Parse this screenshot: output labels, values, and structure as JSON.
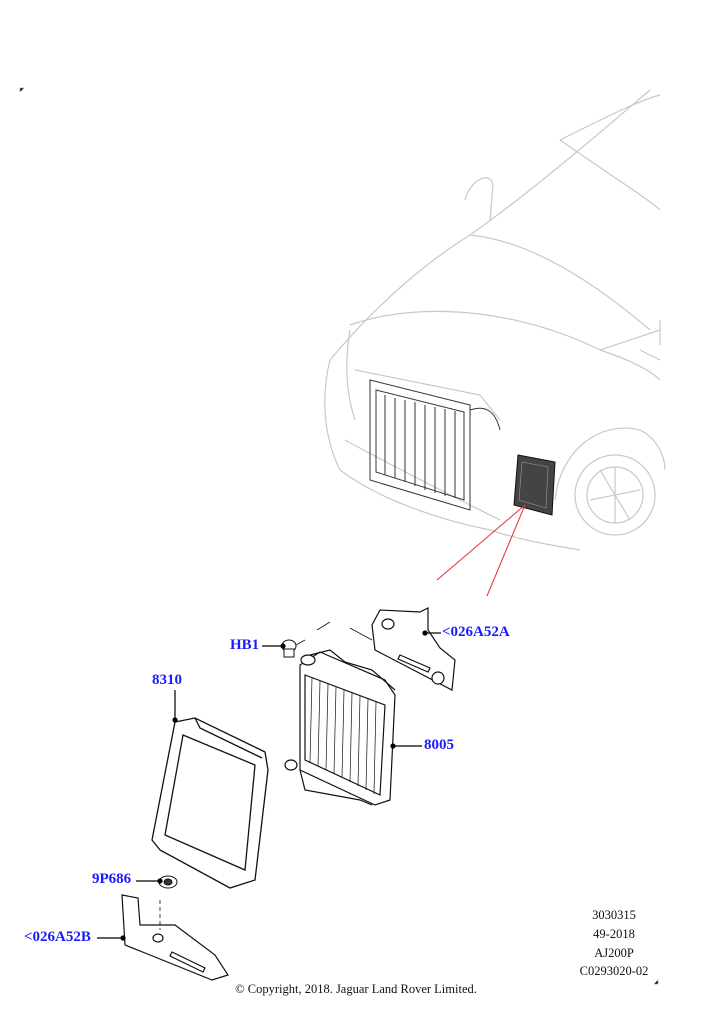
{
  "colors": {
    "callout": "#1a1aff",
    "leader": "#000000",
    "locator": "#e03030",
    "vehicle_outline": "#c8c8c8"
  },
  "callouts": {
    "hb1": "HB1",
    "bracket_a": "<026A52A",
    "shroud": "8310",
    "radiator": "8005",
    "mount": "9P686",
    "bracket_b": "<026A52B"
  },
  "illustration_codes": [
    "3030315",
    "49-2018",
    "AJ200P",
    "C0293020-02"
  ],
  "copyright": "© Copyright, 2018. Jaguar Land Rover Limited."
}
